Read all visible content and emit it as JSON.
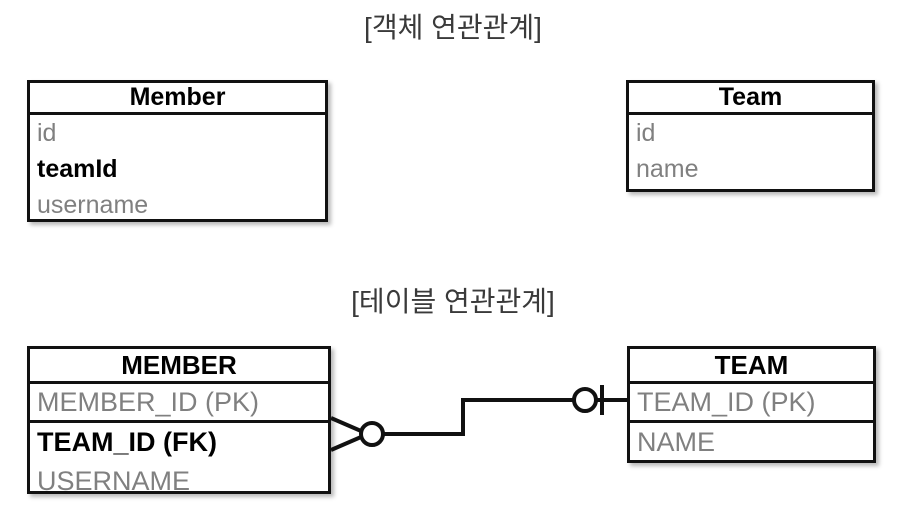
{
  "titles": {
    "object_model": "[객체 연관관계]",
    "table_model": "[테이블 연관관계]"
  },
  "object_model": {
    "member": {
      "name": "Member",
      "fields": [
        {
          "label": "id",
          "emphasis": "normal"
        },
        {
          "label": "teamId",
          "emphasis": "bold"
        },
        {
          "label": "username",
          "emphasis": "normal"
        }
      ]
    },
    "team": {
      "name": "Team",
      "fields": [
        {
          "label": "id",
          "emphasis": "normal"
        },
        {
          "label": "name",
          "emphasis": "normal"
        }
      ]
    }
  },
  "table_model": {
    "member": {
      "name": "MEMBER",
      "fields": [
        {
          "label": "MEMBER_ID (PK)",
          "emphasis": "normal"
        },
        {
          "label": "TEAM_ID (FK)",
          "emphasis": "bold"
        },
        {
          "label": "USERNAME",
          "emphasis": "normal"
        }
      ]
    },
    "team": {
      "name": "TEAM",
      "fields": [
        {
          "label": "TEAM_ID (PK)",
          "emphasis": "normal"
        },
        {
          "label": "NAME",
          "emphasis": "normal"
        }
      ]
    },
    "relationship": {
      "left_cardinality": "zero-or-many",
      "right_cardinality": "zero-or-one",
      "notation": "crows-foot"
    }
  },
  "colors": {
    "stroke": "#111111",
    "muted_text": "#808080",
    "strong_text": "#000000",
    "title_text": "#3a3a3a",
    "background": "#ffffff"
  }
}
